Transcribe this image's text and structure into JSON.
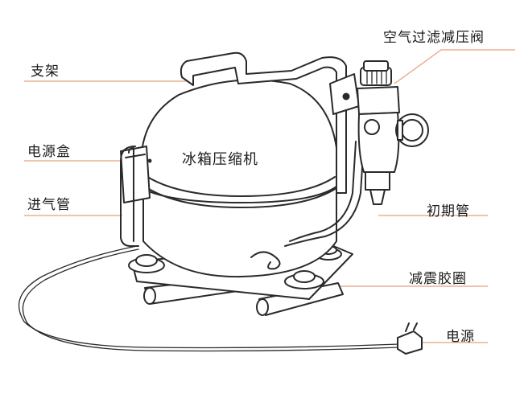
{
  "diagram": {
    "center_label": "冰箱压缩机",
    "labels": {
      "bracket": "支架",
      "junction_box": "电源盒",
      "intake_pipe": "进气管",
      "pressure_valve": "空气过滤减压阀",
      "initial_pipe": "初期管",
      "shock_rubber": "减震胶圈",
      "power": "电源"
    }
  },
  "colors": {
    "leader_line": "#e8a07a",
    "ink": "#2a2a2a"
  }
}
